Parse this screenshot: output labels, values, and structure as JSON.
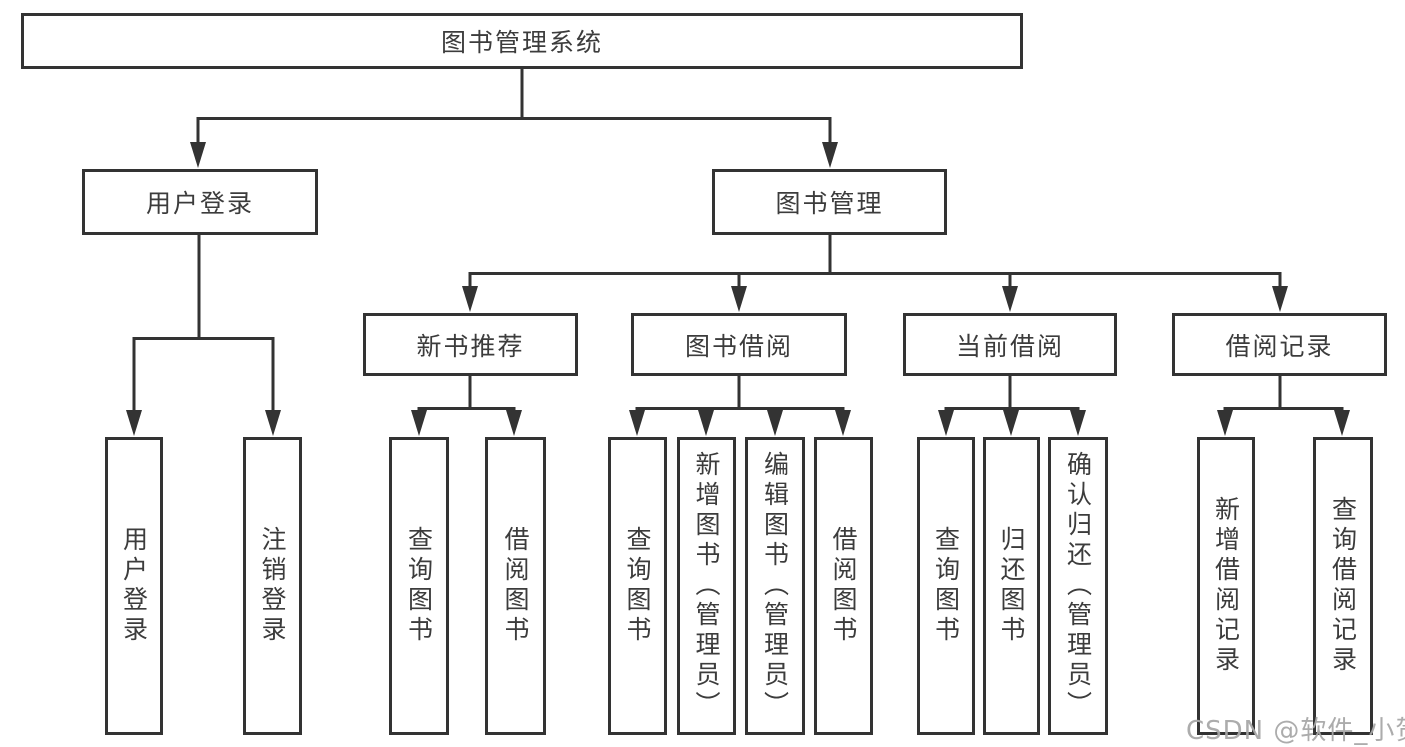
{
  "diagram": {
    "root": {
      "label": "图书管理系统"
    },
    "branches": [
      {
        "label": "用户登录",
        "children": [
          "用户登录",
          "注销登录"
        ]
      },
      {
        "label": "图书管理",
        "sections": [
          {
            "label": "新书推荐",
            "children": [
              "查询图书",
              "借阅图书"
            ]
          },
          {
            "label": "图书借阅",
            "children": [
              "查询图书",
              "新增图书（管理员）",
              "编辑图书（管理员）",
              "借阅图书"
            ]
          },
          {
            "label": "当前借阅",
            "children": [
              "查询图书",
              "归还图书",
              "确认归还（管理员）"
            ]
          },
          {
            "label": "借阅记录",
            "children": [
              "新增借阅记录",
              "查询借阅记录"
            ]
          }
        ]
      }
    ]
  },
  "watermark": "CSDN @软件_小贺同学",
  "colors": {
    "line": "#333333",
    "text": "#3c3c3c",
    "watermark": "#a8a8a8",
    "background": "#ffffff"
  }
}
